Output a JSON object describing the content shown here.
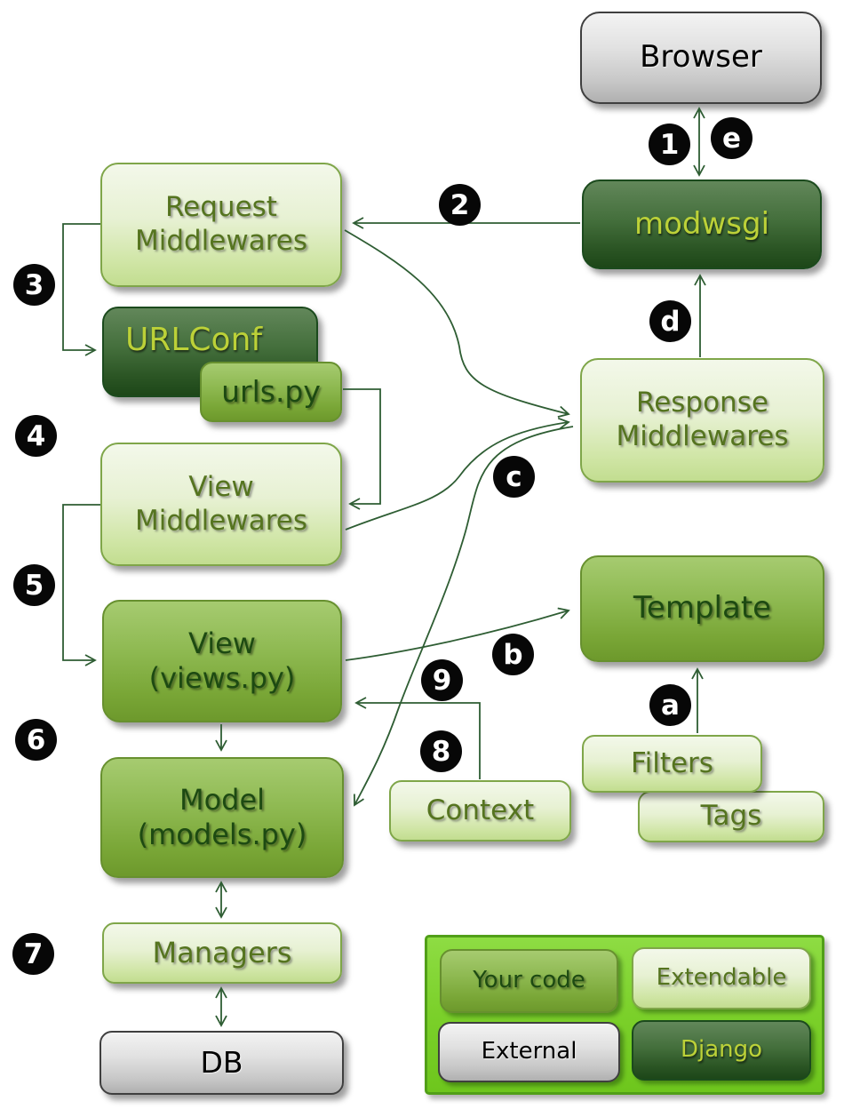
{
  "diagram": {
    "description": "Django request-response cycle flow diagram",
    "nodes": {
      "browser": {
        "label": "Browser"
      },
      "modwsgi": {
        "label": "modwsgi"
      },
      "request_middlewares": {
        "line1": "Request",
        "line2": "Middlewares"
      },
      "urlconf": {
        "label": "URLConf"
      },
      "urls_py": {
        "label": "urls.py"
      },
      "view_middlewares": {
        "line1": "View",
        "line2": "Middlewares"
      },
      "view": {
        "line1": "View",
        "line2": "(views.py)"
      },
      "model": {
        "line1": "Model",
        "line2": "(models.py)"
      },
      "managers": {
        "label": "Managers"
      },
      "db": {
        "label": "DB"
      },
      "response_middlewares": {
        "line1": "Response",
        "line2": "Middlewares"
      },
      "template": {
        "label": "Template"
      },
      "filters": {
        "label": "Filters"
      },
      "tags": {
        "label": "Tags"
      },
      "context": {
        "label": "Context"
      }
    },
    "badges": {
      "n1": "1",
      "n2": "2",
      "n3": "3",
      "n4": "4",
      "n5": "5",
      "n6": "6",
      "n7": "7",
      "n8": "8",
      "n9": "9",
      "a": "a",
      "b": "b",
      "c": "c",
      "d": "d",
      "e": "e"
    },
    "legend": {
      "your_code": "Your code",
      "extendable": "Extendable",
      "external": "External",
      "django": "Django"
    },
    "edges": [
      {
        "labels": [
          "1",
          "e"
        ],
        "from": "browser",
        "to": "modwsgi",
        "bidirectional": true
      },
      {
        "labels": [
          "2"
        ],
        "from": "modwsgi",
        "to": "request_middlewares"
      },
      {
        "labels": [
          "3"
        ],
        "from": "request_middlewares",
        "to": "urlconf"
      },
      {
        "labels": [
          "4"
        ],
        "from": "urls_py",
        "to": "view_middlewares"
      },
      {
        "labels": [
          "5"
        ],
        "from": "view_middlewares",
        "to": "view"
      },
      {
        "labels": [
          "6"
        ],
        "from": "view",
        "to": "model"
      },
      {
        "labels": [
          "7"
        ],
        "from": "model",
        "to": "managers",
        "bidirectional": true
      },
      {
        "labels": [
          "7"
        ],
        "from": "managers",
        "to": "db",
        "bidirectional": true
      },
      {
        "labels": [
          "8"
        ],
        "from": "context",
        "to": "view"
      },
      {
        "labels": [
          "9"
        ],
        "from": "response_middlewares",
        "to": "model",
        "style": "curved"
      },
      {
        "labels": [],
        "from": "request_middlewares",
        "to": "response_middlewares",
        "style": "curved"
      },
      {
        "labels": [
          "c"
        ],
        "from": "view_middlewares",
        "to": "response_middlewares",
        "style": "curved"
      },
      {
        "labels": [
          "b"
        ],
        "from": "view",
        "to": "template",
        "style": "curved"
      },
      {
        "labels": [
          "a"
        ],
        "from": "filters",
        "to": "template"
      },
      {
        "labels": [
          "d"
        ],
        "from": "response_middlewares",
        "to": "modwsgi"
      }
    ],
    "colors": {
      "light_box": "#cfe5a4",
      "medium_box": "#79a636",
      "dark_box": "#2b5524",
      "gray_box": "#c6c6c6",
      "legend_background": "#7bd02a",
      "legend_border": "#519f18",
      "arrow": "#2e5d33",
      "badge_background": "#070707",
      "badge_text": "#ffffff",
      "dark_box_text": "#bcd138",
      "light_box_text": "#55741f"
    }
  }
}
